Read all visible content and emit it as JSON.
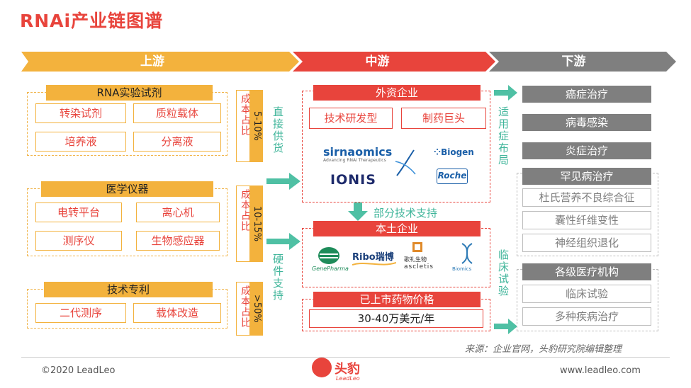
{
  "title": "RNAi产业链图谱",
  "stages": {
    "up": "上游",
    "mid": "中游",
    "down": "下游"
  },
  "upstream": {
    "reagents": {
      "header": "RNA实验试剂",
      "items": [
        "转染试剂",
        "质粒载体",
        "培养液",
        "分离液"
      ],
      "cost_label": "成本占比",
      "cost": "5-10%"
    },
    "instruments": {
      "header": "医学仪器",
      "items": [
        "电转平台",
        "离心机",
        "测序仪",
        "生物感应器"
      ],
      "cost_label": "成本占比",
      "cost": "10-15%"
    },
    "patents": {
      "header": "技术专利",
      "items": [
        "二代测序",
        "载体改造"
      ],
      "cost_label": "成本占比",
      "cost": ">50%"
    }
  },
  "connectors": {
    "direct": "直接供货",
    "hardware": "硬件支持",
    "partial": "部分技术支持",
    "apply": "适用症布局",
    "clinical": "临床试验"
  },
  "midstream": {
    "foreign": {
      "header": "外资企业",
      "types": [
        "技术研发型",
        "制药巨头"
      ],
      "logos": [
        "sirnaomics",
        "Advancing RNAi Therapeutics",
        "Biogen",
        "IONIS",
        "Roche"
      ]
    },
    "domestic": {
      "header": "本土企业",
      "logos": [
        "GenePharma",
        "Ribo瑞博",
        "歌礼生物",
        "ascletis",
        "Biomics"
      ]
    },
    "price": {
      "header": "已上市药物价格",
      "value": "30-40万美元/年"
    }
  },
  "downstream": {
    "indications": [
      "癌症治疗",
      "病毒感染",
      "炎症治疗"
    ],
    "rare": {
      "header": "罕见病治疗",
      "items": [
        "杜氏营养不良综合征",
        "囊性纤维变性",
        "神经组织退化"
      ]
    },
    "hospitals": {
      "header": "各级医疗机构",
      "items": [
        "临床试验",
        "多种疾病治疗"
      ]
    }
  },
  "source": "来源：企业官网，头豹研究院编辑整理",
  "footer": {
    "copyright": "©2020 LeadLeo",
    "brand": "头豹",
    "brand_sub": "LeadLeo",
    "url": "www.leadleo.com"
  },
  "colors": {
    "orange": "#f3b23d",
    "red": "#e8443c",
    "gray": "#7f7f7f",
    "teal": "#3fb59a"
  }
}
